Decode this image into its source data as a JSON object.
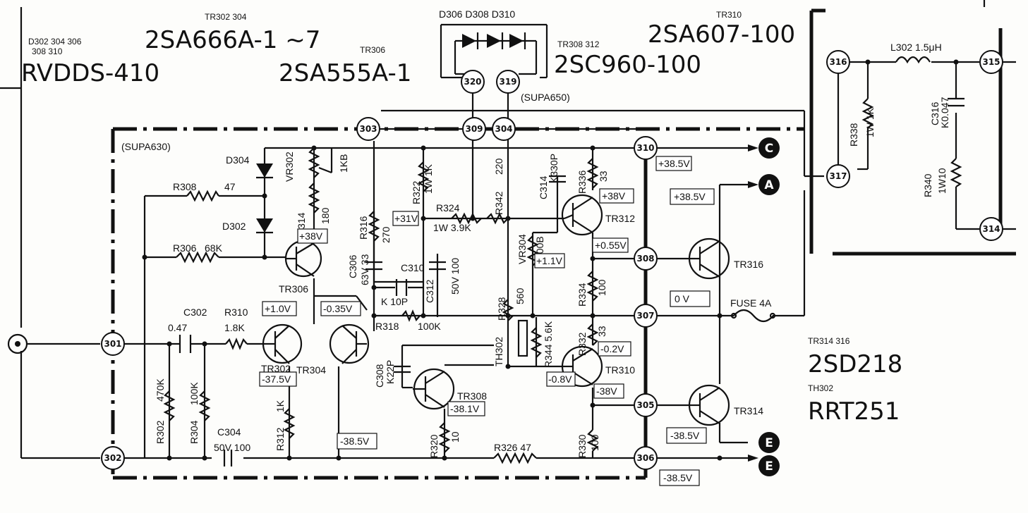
{
  "headers": {
    "d302_line1": "D302 304 306",
    "d302_line2": "308 310",
    "d302_part": "RVDDS-410",
    "tr302_304": "TR302 304",
    "tr302_part": "2SA666A-1 ~7",
    "tr306": "TR306",
    "tr306_part": "2SA555A-1",
    "diodes": "D306  D308  D310",
    "tr308_312": "TR308 312",
    "tr308_part": "2SC960-100",
    "supa650": "(SUPA650)",
    "tr310": "TR310",
    "tr310_part": "2SA607-100",
    "supa630": "(SUPA630)",
    "tr314_316": "TR314 316",
    "tr314_part": "2SD218",
    "th302": "TH302",
    "th302_part": "RRT251"
  },
  "nodes": {
    "n301": "301",
    "n302": "302",
    "n303": "303",
    "n304": "304",
    "n305": "305",
    "n306": "306",
    "n307": "307",
    "n308": "308",
    "n309": "309",
    "n310": "310",
    "n314": "314",
    "n315": "315",
    "n316": "316",
    "n317": "317",
    "n319": "319",
    "n320": "320"
  },
  "terminals": {
    "c": "C",
    "a": "A",
    "e1": "E",
    "e2": "E"
  },
  "labels": {
    "r308": "R308",
    "r308_val": "47",
    "d304": "D304",
    "d302": "D302",
    "vr302": "VR302",
    "vr302_val": "1KB",
    "r314": "R314",
    "r314_val": "180",
    "r306": "R306",
    "r306_val": "68K",
    "r316": "R316",
    "r316_val": "270",
    "c306": "C306",
    "c306_val": "63V 33",
    "r322": "R322",
    "r322_val": "1W 1K",
    "r324": "R324",
    "r324_val": "1W 3.9K",
    "r342": "R342",
    "r342_val": "220",
    "c314": "C314",
    "c314_val": "K330P",
    "r336": "R336",
    "r336_val": "33",
    "tr312": "TR312",
    "vr304": "VR304",
    "vr304_val": "500B",
    "c310": "C310",
    "c310_val": "K 10P",
    "c312": "C312",
    "c312_val": "50V 100",
    "r334": "R334",
    "r334_val": "100",
    "tr316": "TR316",
    "fuse": "FUSE 4A",
    "tr306_lbl": "TR306",
    "c302": "C302",
    "c302_val": "0.47",
    "r310": "R310",
    "r310_val": "1.8K",
    "r318": "R318",
    "r318_val": "100K",
    "r328": "R328",
    "r328_val": "560",
    "th302_lbl": "TH302",
    "r344": "R344 5.6K",
    "r332": "R332",
    "r332_val": "33",
    "c308": "C308",
    "c308_val": "K22P",
    "tr302_lbl": "TR302",
    "tr304_lbl": "TR304",
    "tr308_lbl": "TR308",
    "tr310_lbl": "TR310",
    "tr314_lbl": "TR314",
    "r302": "R302",
    "r302_val": "470K",
    "r304": "R304",
    "r304_val": "100K",
    "r312": "R312",
    "r312_val": "1K",
    "c304": "C304",
    "c304_val": "50V 100",
    "r320": "R320",
    "r320_val": "10",
    "r326": "R326 47",
    "r330": "R330",
    "r330_val": "100",
    "l302": "L302 1.5μH",
    "r338": "R338",
    "r338_val": "1W 1K",
    "c316": "C316",
    "c316_val": "K0.047",
    "r340": "R340",
    "r340_val": "1W10"
  },
  "voltages": {
    "v310": "+38.5V",
    "va": "+38.5V",
    "v312": "+38V",
    "v314": "+38V",
    "v316": "+31V",
    "v308n": "+0.55V",
    "v304n": "+1.1V",
    "v306": "+1.0V",
    "v304": "-0.35V",
    "v307": "0 V",
    "v302": "-37.5V",
    "v332": "-0.2V",
    "v328": "-0.8V",
    "v310b": "-38V",
    "v308": "-38.1V",
    "v314b": "-38.5V",
    "v_bot": "-38.5V",
    "v306n": "-38.5V"
  }
}
